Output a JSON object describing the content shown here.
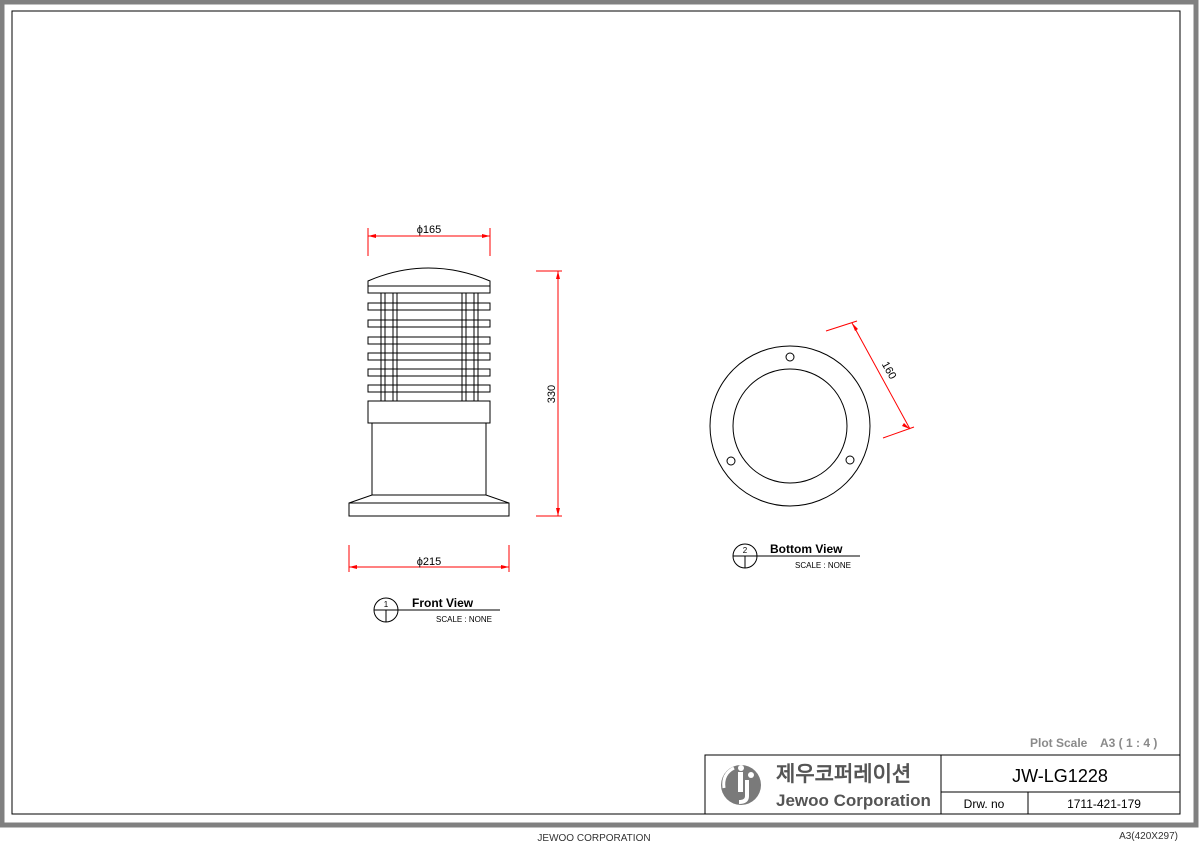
{
  "views": {
    "front": {
      "number": "1",
      "name": "Front View",
      "scale": "SCALE : NONE"
    },
    "bottom": {
      "number": "2",
      "name": "Bottom View",
      "scale": "SCALE : NONE"
    }
  },
  "dimensions": {
    "top_diameter": "ϕ165",
    "height": "330",
    "base_diameter": "ϕ215",
    "bolt_circle": "160"
  },
  "plot_scale": {
    "label": "Plot Scale",
    "value": "A3 ( 1 : 4 )"
  },
  "title_block": {
    "company_korean": "제우코퍼레이션",
    "company_english": "Jewoo Corporation",
    "model": "JW-LG1228",
    "drawing_no_label": "Drw. no",
    "drawing_no": "1711-421-179"
  },
  "footer": {
    "company": "JEWOO CORPORATION",
    "paper": "A3(420X297)"
  },
  "colors": {
    "dimension": "#ff0000",
    "frame": "#808080",
    "line": "#000000"
  }
}
